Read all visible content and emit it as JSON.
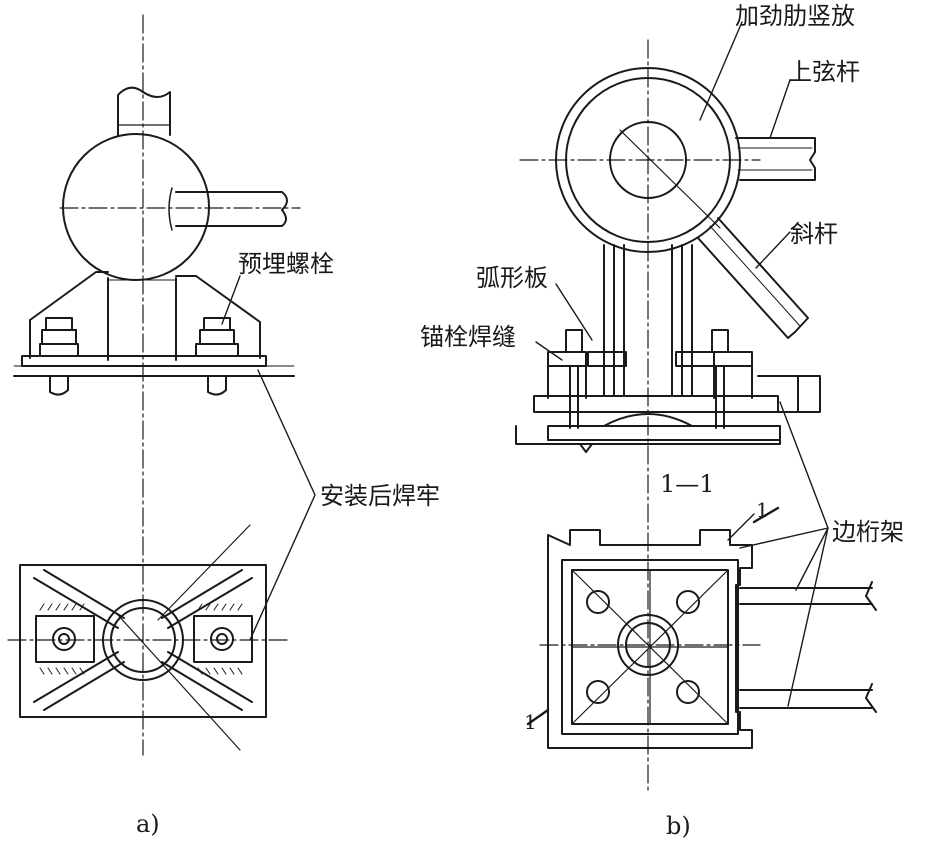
{
  "diagram_a": {
    "caption": "a)",
    "labels": {
      "embedded_bolt": "预埋螺栓",
      "weld_after_install": "安装后焊牢"
    }
  },
  "diagram_b": {
    "caption": "b)",
    "section_mark": "1—1",
    "cut_mark": "1",
    "labels": {
      "stiffener_vertical": "加劲肋竖放",
      "top_chord": "上弦杆",
      "diagonal": "斜杆",
      "arc_plate": "弧形板",
      "anchor_weld": "锚栓焊缝",
      "edge_truss": "边桁架"
    }
  }
}
